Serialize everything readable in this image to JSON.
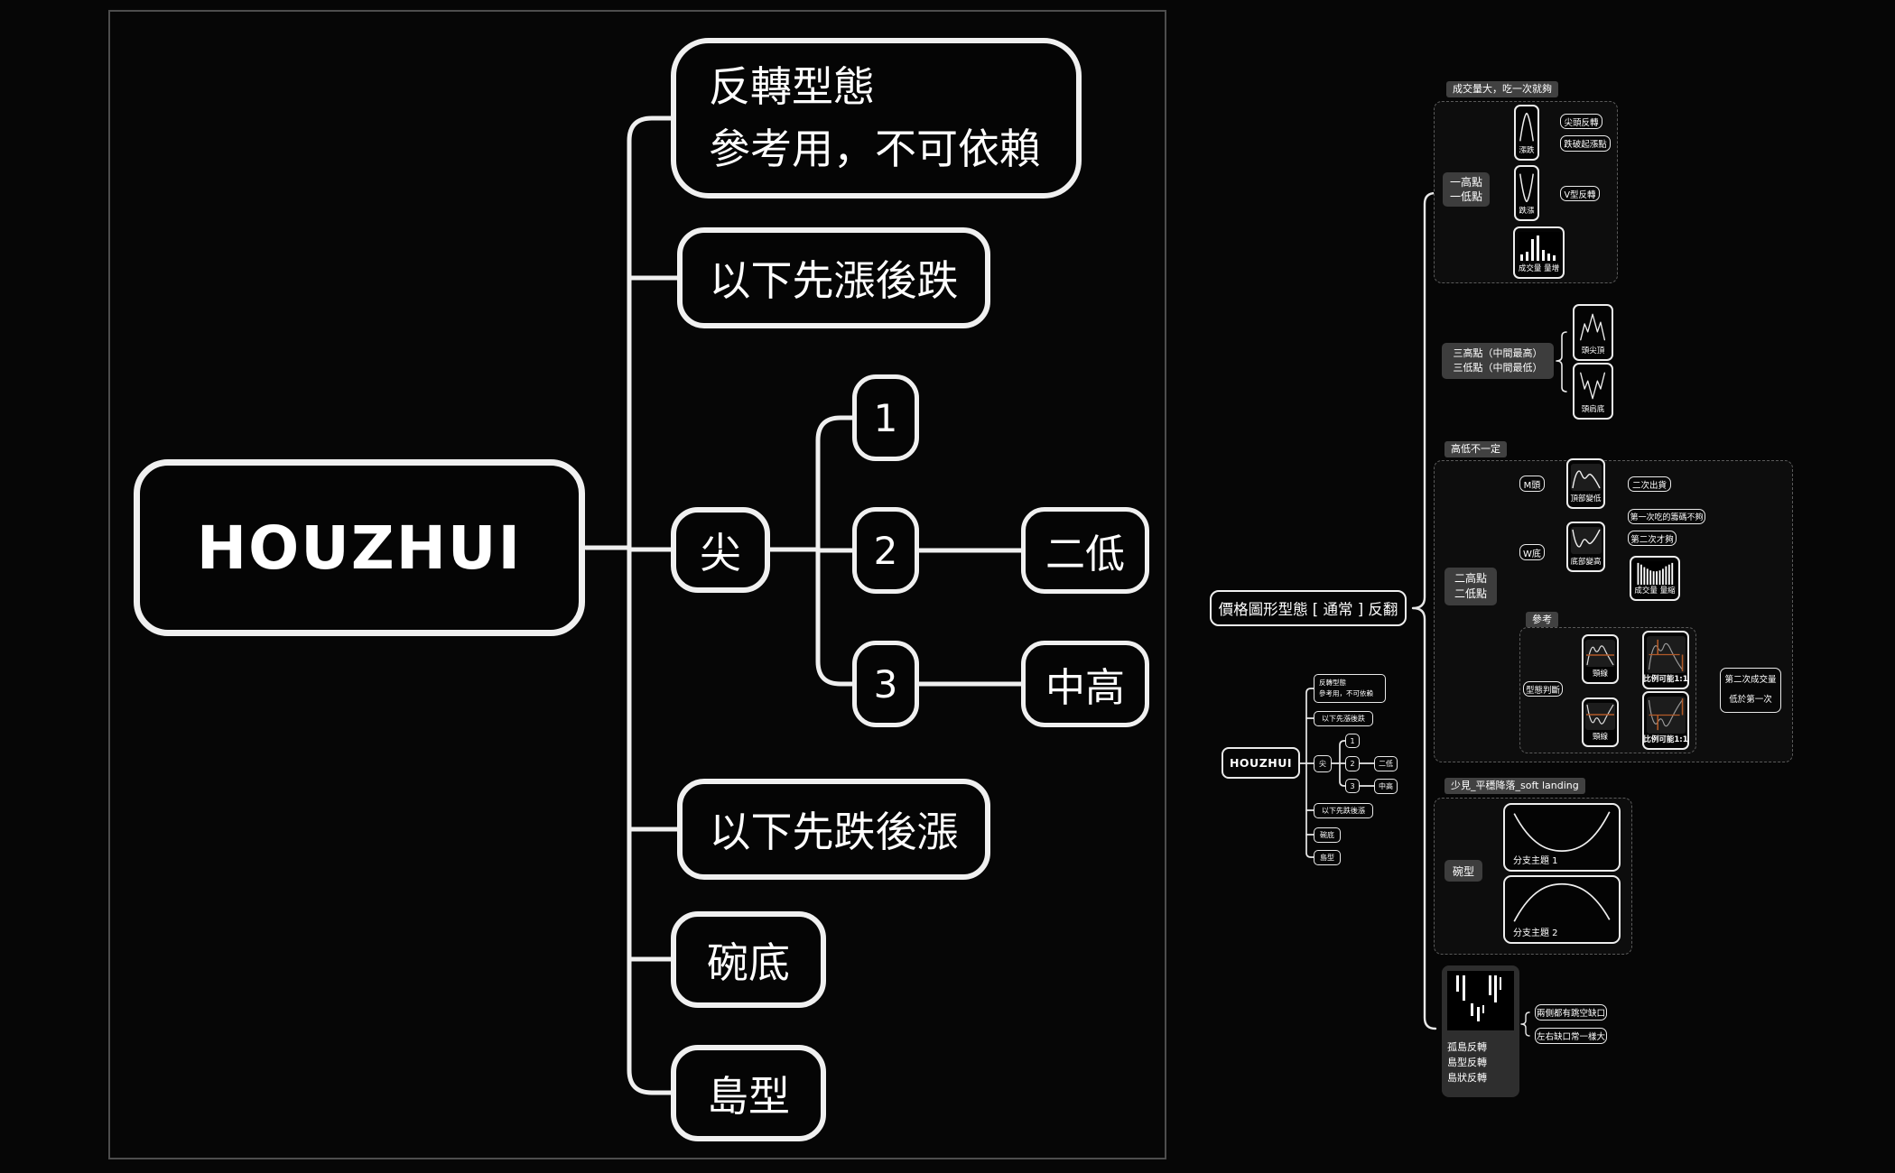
{
  "colors": {
    "background": "#060606",
    "node_border": "#f0f0f0",
    "accent_orange": "#b25a28",
    "group_label_bg": "#414141",
    "gray_node_bg": "#3d3d3d"
  },
  "focused": {
    "root": "HOUZHUI",
    "note": "反轉型態\n參考用，不可依賴",
    "up_down": "以下先漲後跌",
    "sharp": "尖",
    "n1": "1",
    "n2": "2",
    "n3": "3",
    "two_low": "二低",
    "mid_high": "中高",
    "down_up": "以下先跌後漲",
    "bowl": "碗底",
    "island": "島型"
  },
  "center": {
    "title": "價格圖形型態 [ 通常 ] 反翻"
  },
  "g1": {
    "label": "成交量大，吃一次就夠",
    "main": "一高點\n一低點",
    "rise_fall": "漲跌",
    "fall_rise": "跌漲",
    "volume": "成交量 量增",
    "sharp_reversal": "尖頭反轉",
    "break_point": "跌破起漲點",
    "v_reversal": "V型反轉"
  },
  "g2": {
    "main": "三高點（中間最高）\n三低點（中間最低）",
    "top": "頭尖頂",
    "bottom": "頭肩底"
  },
  "g3": {
    "label": "高低不一定",
    "main": "二高點\n二低點",
    "m_top": "M頭",
    "top_lower": "頂部變低",
    "sell_twice": "二次出貨",
    "w_bottom": "W底",
    "bottom_higher": "底部變高",
    "first_short": "第一次吃的籌碼不夠",
    "second_enough": "第二次才夠",
    "volume": "成交量 量縮",
    "ref": "參考",
    "judge": "型態判斷",
    "neckline": "頸線",
    "ratio": "比例可能1:1",
    "vol_note": "第二次成交量\n低於第一次"
  },
  "g4": {
    "label": "少見_平穩降落_soft landing",
    "main": "碗型",
    "b1": "分支主題 1",
    "b2": "分支主題 2"
  },
  "g5": {
    "main": "孤島反轉\n島型反轉\n島狀反轉",
    "gaps": "兩側都有跳空缺口",
    "same": "左右缺口常一樣大"
  },
  "mini": {
    "root": "HOUZHUI",
    "note": "反轉型態\n參考用，不可依賴",
    "up_down": "以下先漲後跌",
    "sharp": "尖",
    "n1": "1",
    "n2": "2",
    "n3": "3",
    "two_low": "二低",
    "mid_high": "中高",
    "down_up": "以下先跌後漲",
    "bowl": "碗底",
    "island": "島型"
  }
}
